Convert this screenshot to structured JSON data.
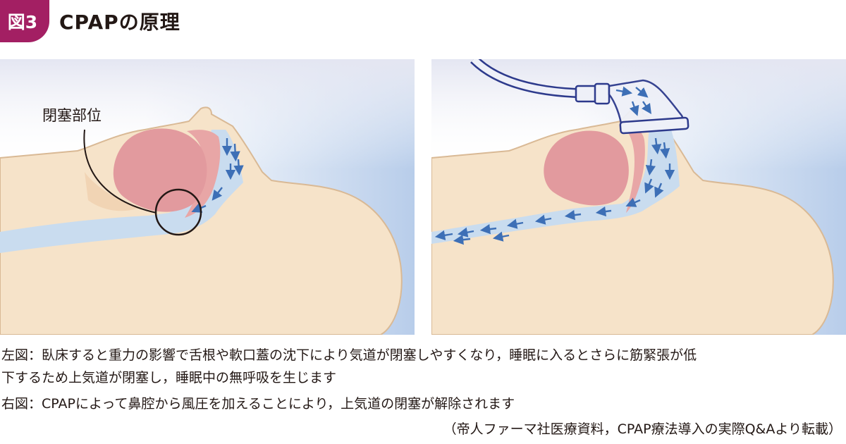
{
  "figure": {
    "number": "図3",
    "title": "CPAPの原理"
  },
  "left_panel": {
    "label": "閉塞部位"
  },
  "captions": {
    "left_line1": "左図：臥床すると重力の影響で舌根や軟口蓋の沈下により気道が閉塞しやすくなり，睡眠に入るとさらに筋緊張が低",
    "left_line2": "下するため上気道が閉塞し，睡眠中の無呼吸を生じます",
    "right": "右図：CPAPによって鼻腔から風圧を加えることにより，上気道の閉塞が解除されます",
    "source": "（帝人ファーマ社医療資料，CPAP療法導入の実際Q&Aより転載）"
  },
  "colors": {
    "accent": "#a31f63",
    "skin": "#f6e3c9",
    "airway": "#c9dcef",
    "tongue": "#e29a9e",
    "arrow": "#3d6fb6",
    "mask": "#2d3a8c"
  }
}
